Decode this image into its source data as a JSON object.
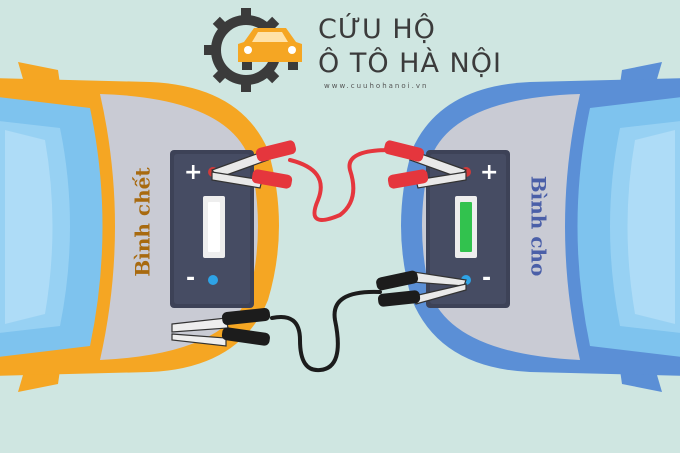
{
  "logo": {
    "line1": "CỨU HỘ",
    "line2": "Ô TÔ HÀ NỘI",
    "url": "www.cuuhohanoi.vn",
    "icon": "gear-car-icon"
  },
  "batteries": {
    "dead_label": "Bình chết",
    "donor_label": "Bình cho",
    "plus": "+",
    "minus": "-"
  },
  "colors": {
    "background": "#cfe6e1",
    "car_left": "#f5a623",
    "car_right": "#5b8fd6",
    "battery": "#3d4257",
    "cable_red": "#e5363d",
    "cable_black": "#1c1c1c",
    "charge_green": "#32c24e"
  }
}
